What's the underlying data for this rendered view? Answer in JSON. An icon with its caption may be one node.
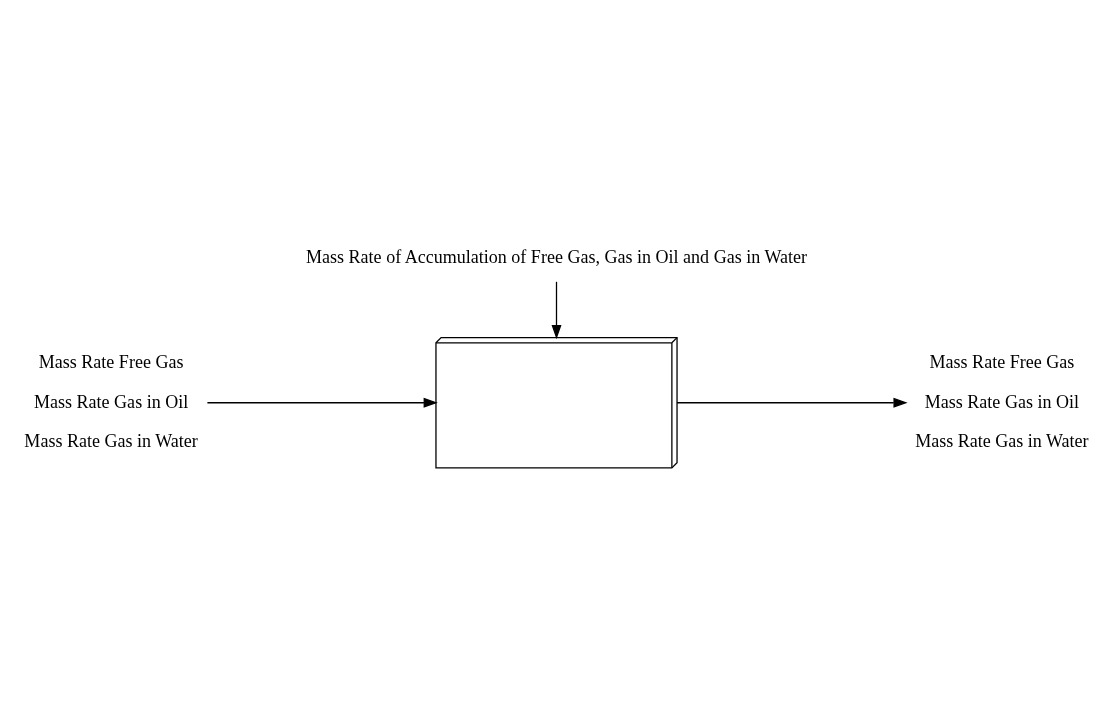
{
  "diagram": {
    "nodes": [
      {
        "text": [
          "Mass Rate Free Gas",
          "Mass Rate Gas in Oil",
          "Mass Rate Gas in Water"
        ]
      },
      {
        "text": [],
        "shape": "box"
      },
      {
        "text": [
          "Mass Rate Free Gas",
          "Mass Rate Gas in Oil",
          "Mass Rate Gas in Water"
        ]
      },
      {
        "text": [
          "Mass Rate of Accumulation of Free Gas, Gas in Oil and Gas in Water"
        ]
      }
    ],
    "edges": [
      {
        "from": 0,
        "to": 1,
        "arrow": "to"
      },
      {
        "from": 1,
        "to": 2,
        "arrow": "to"
      },
      {
        "from": 3,
        "to": 1,
        "arrow": "to"
      }
    ]
  }
}
